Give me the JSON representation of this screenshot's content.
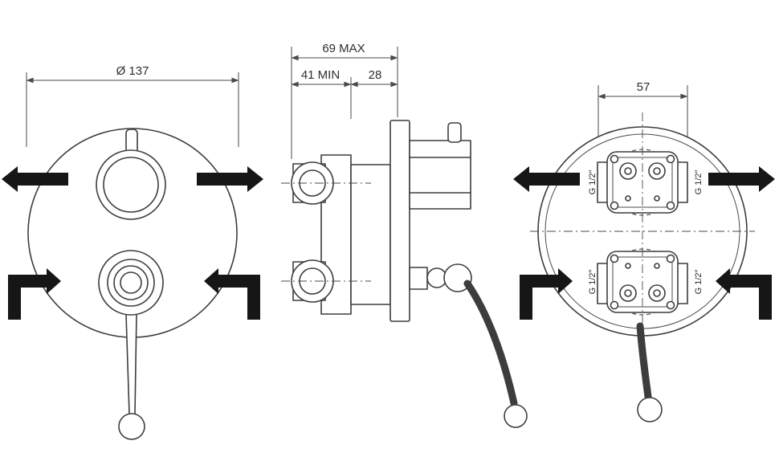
{
  "colors": {
    "background": "#ffffff",
    "line": "#3d3d3d",
    "dimension": "#4a4a4a",
    "arrow_fill": "#161616"
  },
  "views": {
    "front": {
      "diameter": "Ø 137"
    },
    "side": {
      "max_depth": "69 MAX",
      "min_depth": "41 MIN",
      "plate_offset": "28"
    },
    "rear": {
      "port_spacing": "57",
      "connections": [
        "G 1/2″",
        "G 1/2″",
        "G 1/2″",
        "G 1/2″"
      ]
    }
  }
}
